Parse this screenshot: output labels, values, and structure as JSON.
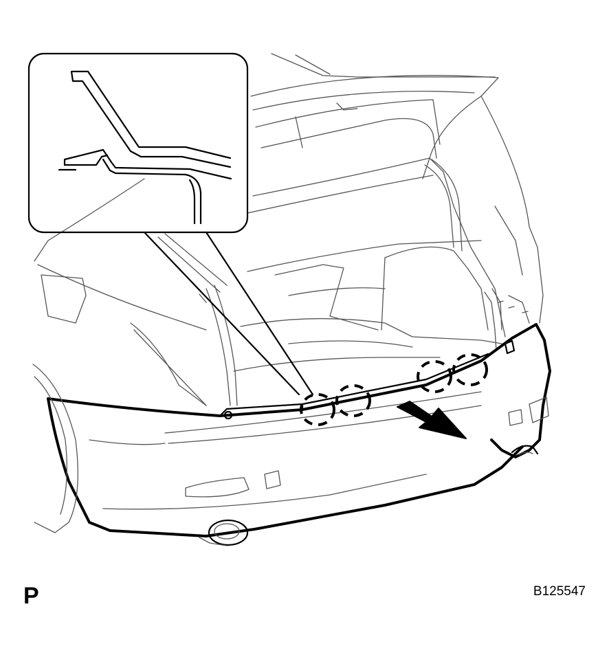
{
  "figure": {
    "view_label": "P",
    "figure_code": "B125547"
  },
  "callouts": {
    "clip_count_shown": 4,
    "arrow_direction": "outward-down-right"
  },
  "colors": {
    "line": "#000000",
    "background": "#ffffff"
  }
}
